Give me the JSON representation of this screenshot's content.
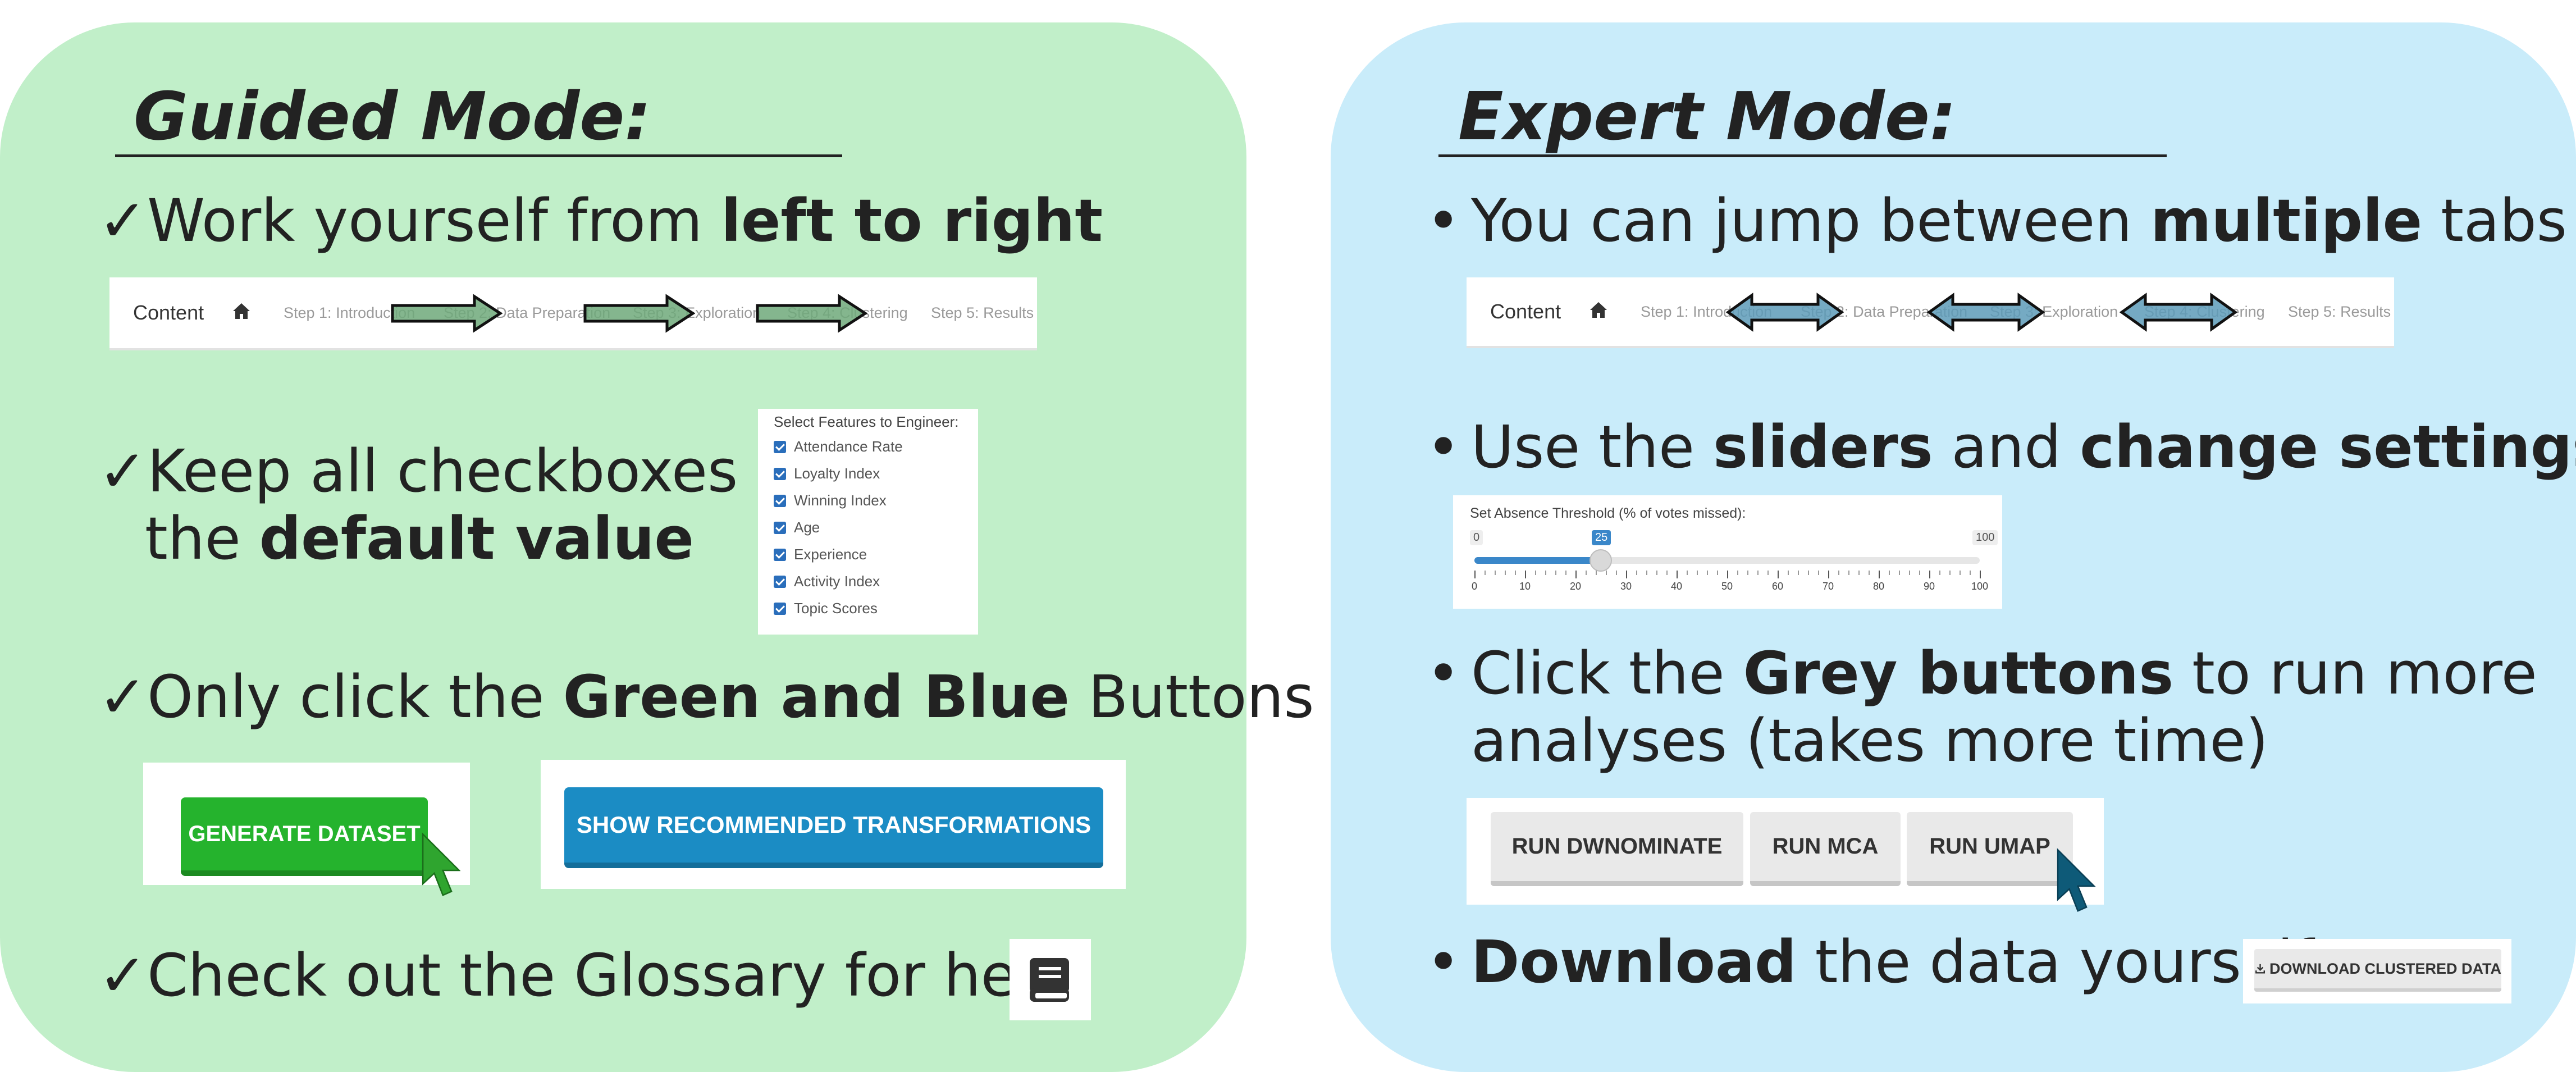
{
  "guided": {
    "title": "Guided Mode:",
    "check_glyph": "✓",
    "line1": {
      "pre": "Work yourself from ",
      "bold": "left to right"
    },
    "nav": {
      "content_label": "Content",
      "home_icon": "home-icon",
      "steps": [
        "Step 1: Introduction",
        "Step 2: Data Preparation",
        "Step 3: Exploration",
        "Step 4: Clustering",
        "Step 5: Results"
      ]
    },
    "line2": {
      "pre": "Keep all checkboxes",
      "pre2": "the ",
      "bold": "default value"
    },
    "checkbox_panel": {
      "title": "Select Features to Engineer:",
      "items": [
        "Attendance Rate",
        "Loyalty Index",
        "Winning Index",
        "Age",
        "Experience",
        "Activity Index",
        "Topic Scores"
      ]
    },
    "line3": {
      "pre": "Only click the ",
      "bold": "Green and Blue",
      "post": " Buttons"
    },
    "generate_button": "GENERATE DATASET",
    "recommend_button": "SHOW RECOMMENDED TRANSFORMATIONS",
    "line4": "Check out the Glossary for help",
    "glossary_icon": "book-icon",
    "colors": {
      "panel": "#c1efc9",
      "green_button": "#25b32d",
      "blue_button": "#1b8cc4"
    }
  },
  "expert": {
    "title": "Expert Mode:",
    "bullet_glyph": "•",
    "line1": {
      "pre": "You can jump between ",
      "bold": "multiple",
      "post": " tabs"
    },
    "nav": {
      "content_label": "Content",
      "home_icon": "home-icon",
      "steps": [
        "Step 1: Introduction",
        "Step 2: Data Preparation",
        "Step 3: Exploration",
        "Step 4: Clustering",
        "Step 5: Results"
      ]
    },
    "line2": {
      "pre": "Use the ",
      "bold1": "sliders",
      "mid": " and ",
      "bold2": "change settings"
    },
    "slider": {
      "label": "Set Absence Threshold (% of votes missed):",
      "min_label": "0",
      "max_label": "100",
      "value_label": "25",
      "value": 25,
      "min": 0,
      "max": 100,
      "ticks": [
        "0",
        "10",
        "20",
        "30",
        "40",
        "50",
        "60",
        "70",
        "80",
        "90",
        "100"
      ]
    },
    "line3": {
      "pre": "Click the ",
      "bold": "Grey buttons",
      "post": " to run more",
      "line2": "analyses (takes more time)"
    },
    "grey_buttons": [
      "RUN DWNOMINATE",
      "RUN MCA",
      "RUN UMAP"
    ],
    "line4": {
      "bold": "Download",
      "post": " the data yourself!"
    },
    "download_button": "DOWNLOAD CLUSTERED DATA",
    "download_icon": "download-icon",
    "colors": {
      "panel": "#c9ecfa",
      "cursor": "#0e5a78",
      "slider": "#3a87c9"
    }
  }
}
